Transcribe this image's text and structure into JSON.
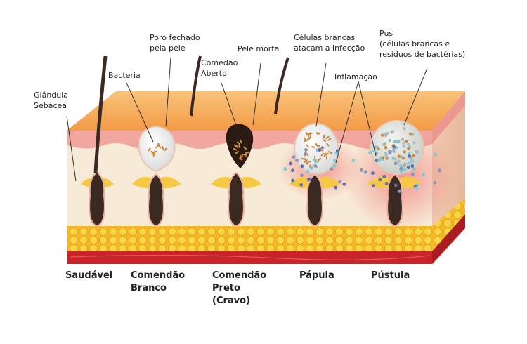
{
  "annotations": {
    "glandula_sebacea": [
      "Glândula",
      "Sebácea"
    ],
    "bacteria": "Bacteria",
    "poro_fechado": [
      "Poro fechado",
      "pela pele"
    ],
    "comedao_aberto": [
      "Comedão",
      "Aberto"
    ],
    "pele_morta": "Pele morta",
    "celulas_brancas": [
      "Células brancas",
      "atacam a infecção"
    ],
    "inflamacao": "Inflamação",
    "pus": [
      "Pus",
      "(células brancas e",
      "resíduos de bactérias)"
    ]
  },
  "stages": [
    [
      "Saudável"
    ],
    [
      "Comendão",
      "Branco"
    ],
    [
      "Comendão",
      "Preto",
      "(Cravo)"
    ],
    [
      "Pápula"
    ],
    [
      "Pústula"
    ]
  ],
  "colors": {
    "skin_top": "#f5b262",
    "epidermis_pink": "#f2a6a0",
    "dermis": "#f7ead6",
    "fat": "#f6c73a",
    "muscle": "#c8242a",
    "follicle": "#3a2a22",
    "gland": "#f5c945",
    "inflammation": "#f07a7a"
  }
}
